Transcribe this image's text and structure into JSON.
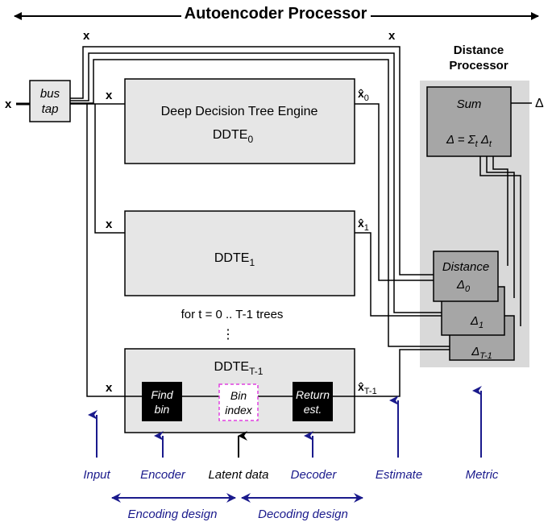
{
  "title": "Autoencoder Processor",
  "distance_processor": {
    "title_line1": "Distance",
    "title_line2": "Processor",
    "sum_label": "Sum",
    "sum_formula": "Δ = Σ",
    "sum_formula_sub": "t",
    "sum_formula_tail": " Δ",
    "sum_formula_tail_sub": "t",
    "output": "Δ",
    "distance_label": "Distance",
    "delta0": "Δ",
    "delta0_sub": "0",
    "delta1": "Δ",
    "delta1_sub": "1",
    "deltaT": "Δ",
    "deltaT_sub": "T-1"
  },
  "input": {
    "x": "x",
    "bus_tap_line1": "bus",
    "bus_tap_line2": "tap",
    "x_top_left": "x",
    "x_top_right": "x",
    "x0": "x",
    "x1": "x",
    "xT": "x"
  },
  "engines": {
    "ddte0_title": "Deep Decision Tree Engine",
    "ddte0_name": "DDTE",
    "ddte0_sub": "0",
    "ddte1_name": "DDTE",
    "ddte1_sub": "1",
    "ddteT_name": "DDTE",
    "ddteT_sub": "T-1",
    "loop_text": "for t = 0 .. T-1 trees",
    "ellipsis": "⋮"
  },
  "outputs": {
    "xhat": "x̂",
    "xhat0_sub": "0",
    "xhat1_sub": "1",
    "xhatT_sub": "T-1"
  },
  "inner_blocks": {
    "find_bin_1": "Find",
    "find_bin_2": "bin",
    "bin_index_1": "Bin",
    "bin_index_2": "index",
    "return_est_1": "Return",
    "return_est_2": "est."
  },
  "bottom_labels": {
    "input": "Input",
    "encoder": "Encoder",
    "latent": "Latent data",
    "decoder": "Decoder",
    "estimate": "Estimate",
    "metric": "Metric",
    "encoding_design": "Encoding design",
    "decoding_design": "Decoding design"
  },
  "colors": {
    "box_fill": "#e6e6e6",
    "dark_box": "#a6a6a6",
    "panel": "#d9d9d9",
    "accent_blue": "#1a1a8c",
    "dashed_magenta": "#e040e0"
  }
}
